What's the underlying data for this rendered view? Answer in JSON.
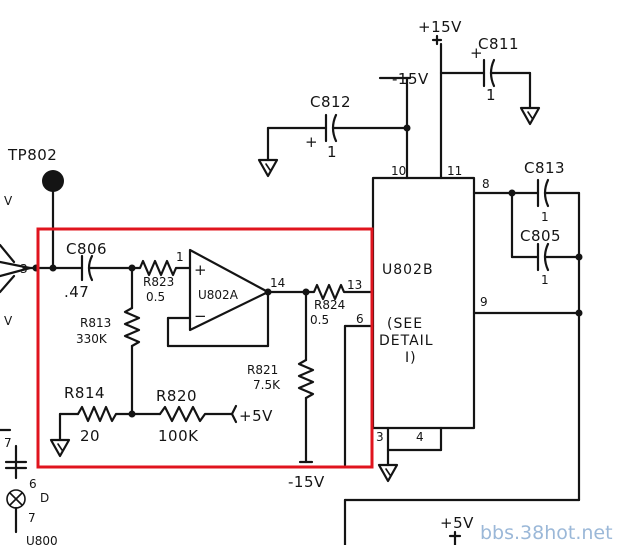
{
  "title": "",
  "watermark": "bbs.38hot.net",
  "test_point": "TP802",
  "rails": {
    "pos15_top": "+15V",
    "neg15_top": "-15V",
    "neg15_bottom": "-15V",
    "pos5_r820": "+5V",
    "pos5_bottom": "+5V"
  },
  "capacitors": {
    "c806": {
      "ref": "C806",
      "value": ".47"
    },
    "c811": {
      "ref": "C811",
      "value": "1"
    },
    "c812": {
      "ref": "C812",
      "value": "1"
    },
    "c813": {
      "ref": "C813",
      "value": "1"
    },
    "c805": {
      "ref": "C805",
      "value": "1"
    }
  },
  "resistors": {
    "r823": {
      "ref": "R823",
      "value": "0.5"
    },
    "r824": {
      "ref": "R824",
      "value": "0.5"
    },
    "r813": {
      "ref": "R813",
      "value": "330K"
    },
    "r814": {
      "ref": "R814",
      "value": "20"
    },
    "r820": {
      "ref": "R820",
      "value": "100K"
    },
    "r821": {
      "ref": "R821",
      "value": "7.5K"
    }
  },
  "ics": {
    "u802a": {
      "ref": "U802A",
      "plus": "+",
      "minus": "−"
    },
    "u802b": {
      "ref": "U802B",
      "note_line1": "(SEE",
      "note_line2": "DETAIL",
      "note_line3": "I)"
    }
  },
  "pins": {
    "u802a_in": "1",
    "u802a_out": "14",
    "u802b_13": "13",
    "u802b_6": "6",
    "u802b_10": "10",
    "u802b_11": "11",
    "u802b_8": "8",
    "u802b_9": "9",
    "u802b_3": "3",
    "u802b_4": "4",
    "left_connector": "3",
    "left_7": "7",
    "left_6": "6",
    "left_7b": "7"
  },
  "misc": {
    "left_tick_v1": "V",
    "left_tick_v2": "V",
    "lamp_d": "D",
    "u800_fragment": "U800"
  },
  "highlight": {
    "color": "#e0141e",
    "label": ""
  }
}
